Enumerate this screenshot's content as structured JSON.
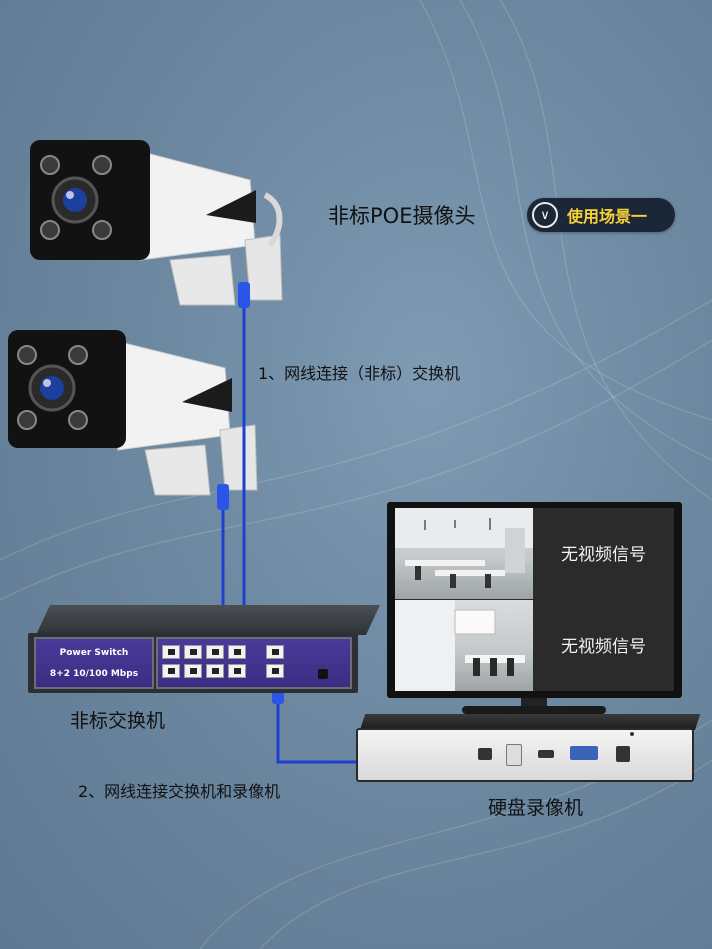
{
  "camera_title": "非标POE摄像头",
  "scenario_badge": {
    "icon": "chevron-down-icon",
    "text": "使用场景一"
  },
  "step1": "1、网线连接（非标）交换机",
  "step2": "2、网线连接交换机和录像机",
  "switch": {
    "name": "非标交换机",
    "brand": "Power Switch",
    "spec": "8+2  10/100 Mbps"
  },
  "nvr": {
    "name": "硬盘录像机"
  },
  "monitor": {
    "pane1_text": "无视频信号",
    "pane2_text": "无视频信号"
  },
  "colors": {
    "cable": "#1e3fd0",
    "badge_bg": "#1b2737",
    "badge_text": "#f5d238",
    "switch_panel": "#3b2d83"
  }
}
